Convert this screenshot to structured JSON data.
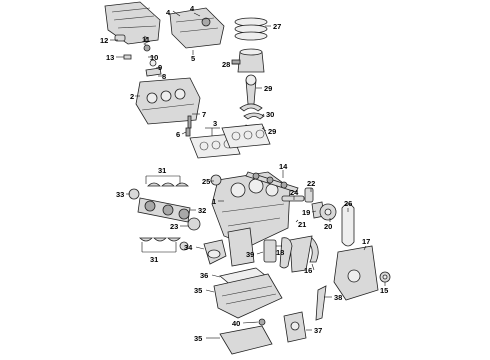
{
  "callouts": {
    "c1": "1",
    "c2": "2",
    "c3": "3",
    "c4a": "4",
    "c4b": "4",
    "c5": "5",
    "c6": "6",
    "c7": "7",
    "c8": "8",
    "c9": "9",
    "c10": "10",
    "c11": "11",
    "c12": "12",
    "c13": "13",
    "c14": "14",
    "c15": "15",
    "c16": "16",
    "c17": "17",
    "c18": "18",
    "c19": "19",
    "c20": "20",
    "c21": "21",
    "c22": "22",
    "c23": "23",
    "c24": "24",
    "c25": "25",
    "c26": "26",
    "c27": "27",
    "c28": "28",
    "c29a": "29",
    "c29b": "29",
    "c30": "30",
    "c31a": "31",
    "c31b": "31",
    "c32": "32",
    "c33": "33",
    "c34": "34",
    "c35a": "35",
    "c35b": "35",
    "c36": "36",
    "c37": "37",
    "c38": "38",
    "c39": "39",
    "c40": "40"
  }
}
